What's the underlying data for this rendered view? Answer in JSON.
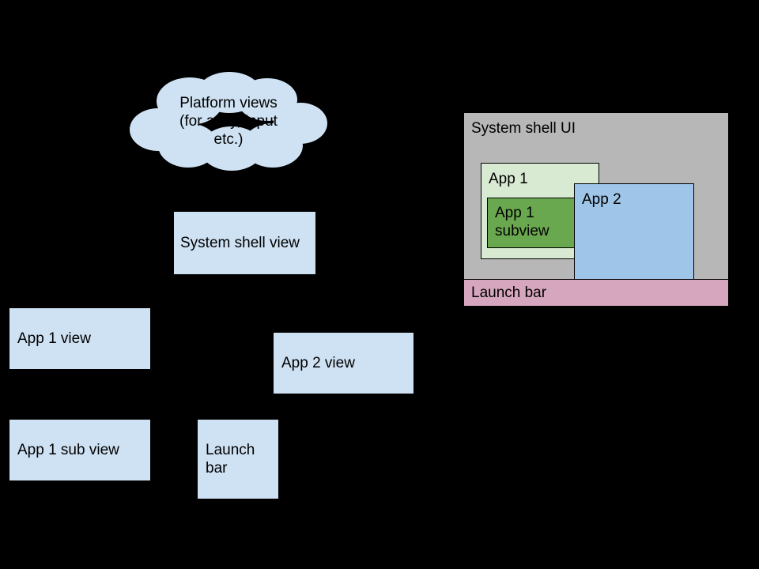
{
  "view_tree": {
    "cloud": {
      "lines": [
        "Platform views",
        "(for a11y, input",
        "etc.)"
      ]
    },
    "system_shell_view": "System shell view",
    "app1_view": "App 1 view",
    "app2_view": "App 2 view",
    "app1_sub_view": "App 1 sub view",
    "launch_bar": {
      "lines": [
        "Launch",
        "bar"
      ]
    }
  },
  "shell_ui": {
    "title": "System shell UI",
    "app1": "App 1",
    "app1_subview": "App 1 subview",
    "app2": "App 2",
    "launch_bar": "Launch bar"
  },
  "colors": {
    "background": "#000000",
    "tree_node_fill": "#cfe2f3",
    "shell_fill": "#b7b7b7",
    "app1_fill": "#d9ead3",
    "app1_subview_fill": "#6aa84f",
    "app2_fill": "#9fc5e8",
    "launch_bar_fill": "#d5a6bd",
    "text": "#000000"
  }
}
